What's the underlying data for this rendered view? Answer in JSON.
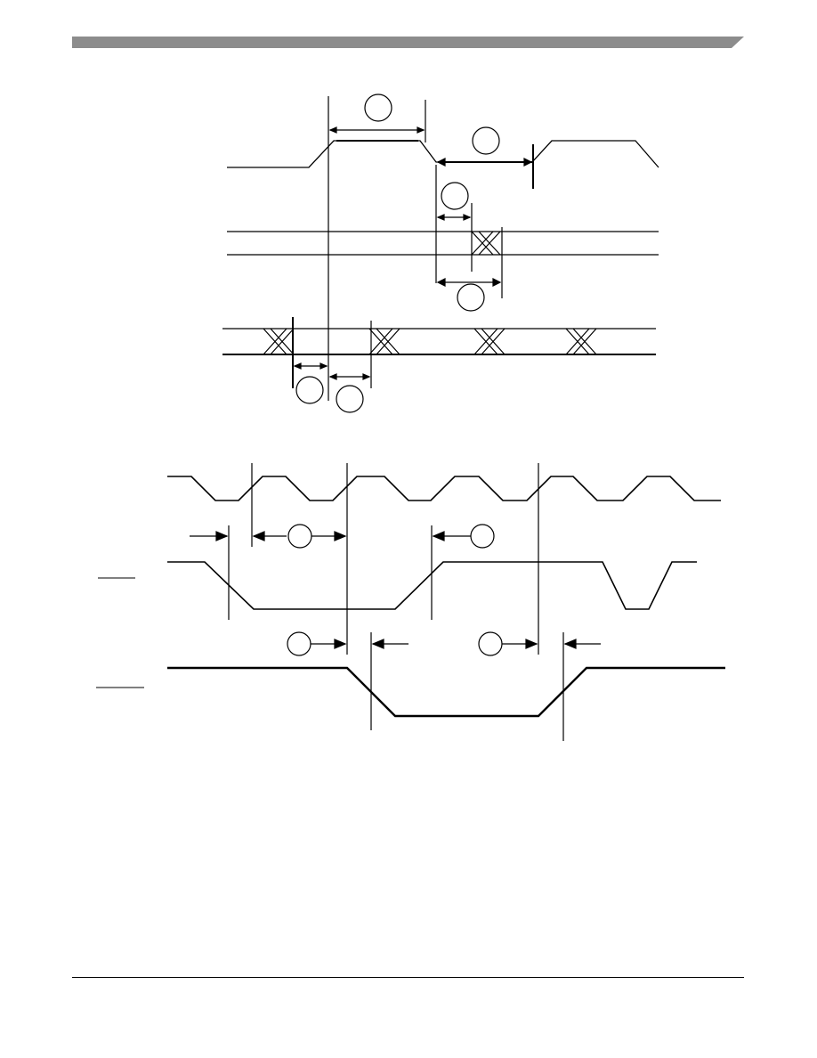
{
  "page": {
    "header_bar_color": "#8c8c8c",
    "line_color": "#000000"
  },
  "diagrams": [
    {
      "id": "upper-timing",
      "signals": [
        "clock",
        "bus-pair",
        "data-bus"
      ],
      "callout_markers": 6,
      "labels": []
    },
    {
      "id": "lower-timing",
      "signals": [
        "clock",
        "strobe-a",
        "strobe-b"
      ],
      "callout_markers": 4,
      "labels": []
    }
  ]
}
